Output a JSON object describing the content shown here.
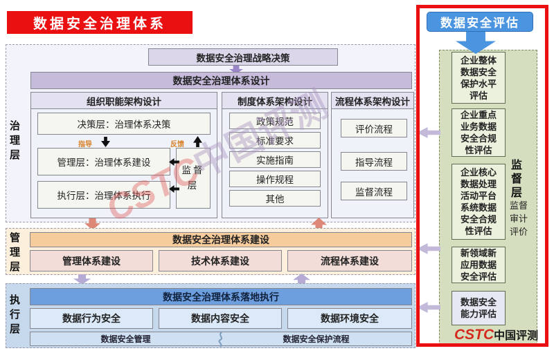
{
  "colors": {
    "banner_red": "#ea1012",
    "banner_blue": "#4a94e0",
    "highlight_frame_red": "#ea1012",
    "design_bar_purple": "#c6bbdb",
    "management_orange": "#f7cc9c",
    "execution_blue": "#6d9ede",
    "assessment_green": "#d5dfc0"
  },
  "banners": {
    "title": "数据安全治理体系",
    "assessment": "数据安全评估"
  },
  "governance": {
    "layer_label": "治理层",
    "strategy_box": "数据安全治理战略决策",
    "design_bar": "数据安全治理体系设计",
    "org_column": {
      "header": "组织职能架构设计",
      "decision_box": "决策层：治理体系决策",
      "guide_label": "指导",
      "feedback_label": "反馈",
      "management_box": "管理层：治理体系建设",
      "execution_box": "执行层：治理体系执行",
      "supervision_box": "监督层"
    },
    "policy_column": {
      "header": "制度体系架构设计",
      "items": [
        "政策规范",
        "标准要求",
        "实施指南",
        "操作规程",
        "其他"
      ]
    },
    "process_column": {
      "header": "流程体系架构设计",
      "items": [
        "评价流程",
        "指导流程",
        "监督流程"
      ]
    }
  },
  "management": {
    "layer_label": "管理层",
    "header": "数据安全治理体系建设",
    "items": [
      "管理体系建设",
      "技术体系建设",
      "流程体系建设"
    ]
  },
  "execution": {
    "layer_label": "执行层",
    "header": "数据安全治理体系落地执行",
    "items": [
      "数据行为安全",
      "数据内容安全",
      "数据环境安全"
    ],
    "bottom_left": "数据安全管理",
    "bottom_right": "数据安全保护流程"
  },
  "assessment_panel": {
    "items": [
      "企业整体数据安全保护水平评估",
      "企业重点业务数据安全合规性评估",
      "企业核心数据处理活动平台系统数据安全合规性评估",
      "新领域新应用数据安全评估",
      "数据安全能力评估"
    ],
    "supervision_label": "监督层",
    "supervision_sub": "监督审计评价"
  },
  "watermark": {
    "diagonal_cstc": "CSTC",
    "diagonal_text": "中国评测",
    "logo_cstc": "CSTC",
    "logo_text": "中国评测"
  }
}
